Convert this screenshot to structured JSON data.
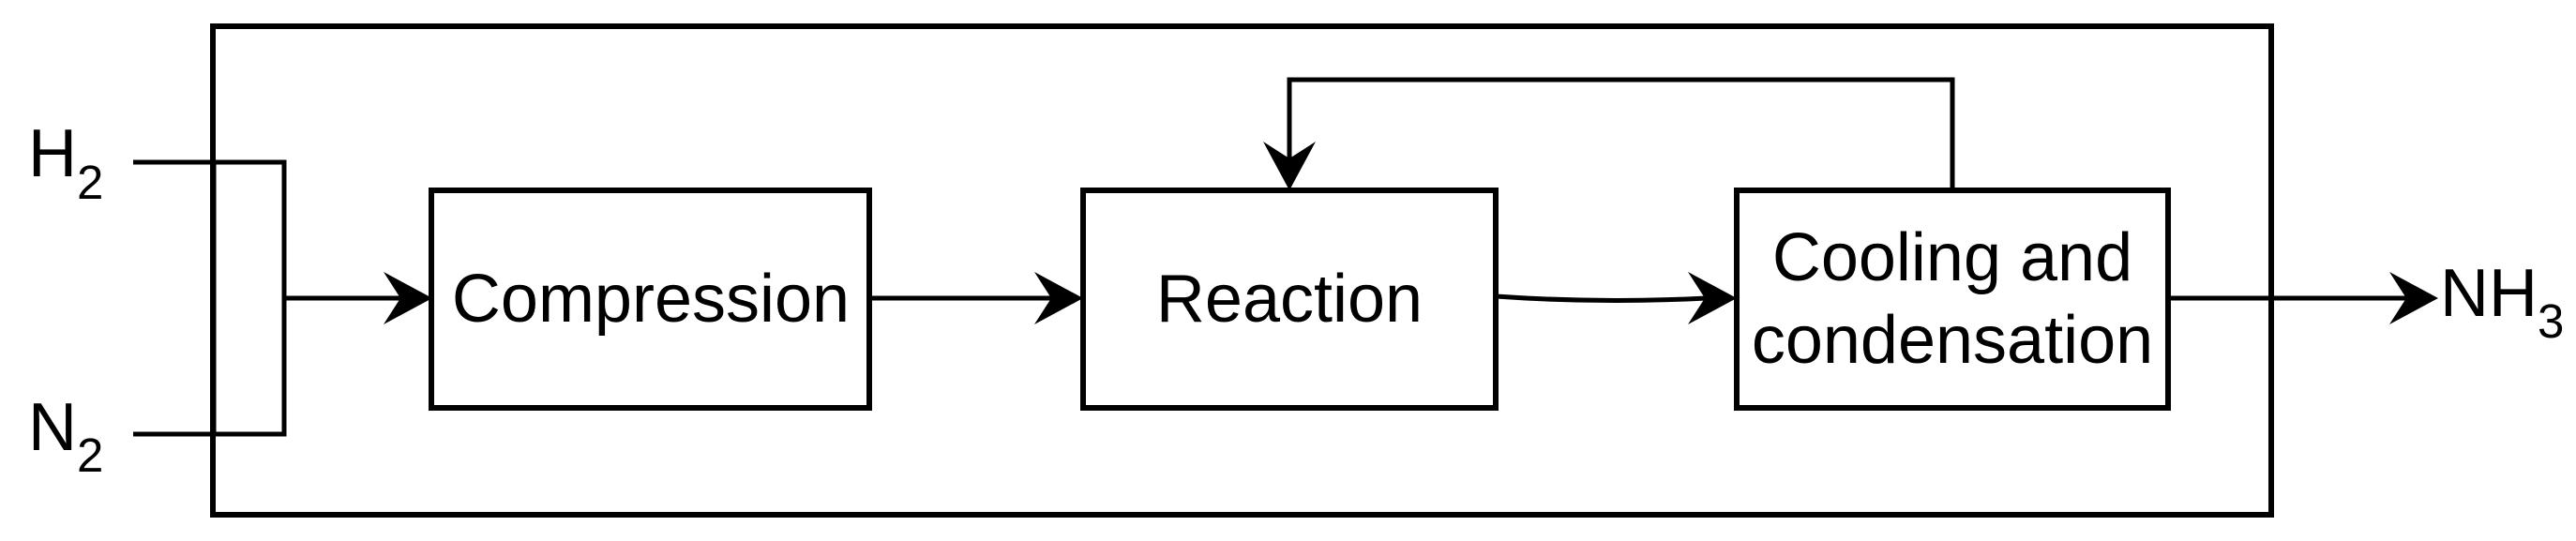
{
  "diagram": {
    "kind": "process-flow-diagram",
    "colors": {
      "stroke": "#000000",
      "background": "#ffffff",
      "box_fill": "#ffffff"
    },
    "inputs": [
      {
        "id": "h2",
        "main": "H",
        "sub": "2"
      },
      {
        "id": "n2",
        "main": "N",
        "sub": "2"
      }
    ],
    "steps": [
      {
        "id": "compression",
        "label": "Compression"
      },
      {
        "id": "reaction",
        "label": "Reaction"
      },
      {
        "id": "cooling-condensation",
        "label_lines": [
          "Cooling and",
          "condensation"
        ]
      }
    ],
    "output": {
      "id": "nh3",
      "main": "NH",
      "sub": "3"
    },
    "connections": [
      {
        "from": "h2",
        "to": "feed-junction"
      },
      {
        "from": "n2",
        "to": "feed-junction"
      },
      {
        "from": "feed-junction",
        "to": "compression"
      },
      {
        "from": "compression",
        "to": "reaction"
      },
      {
        "from": "reaction",
        "to": "cooling-condensation"
      },
      {
        "from": "cooling-condensation",
        "to": "reaction",
        "type": "recycle"
      },
      {
        "from": "cooling-condensation",
        "to": "nh3"
      }
    ]
  }
}
